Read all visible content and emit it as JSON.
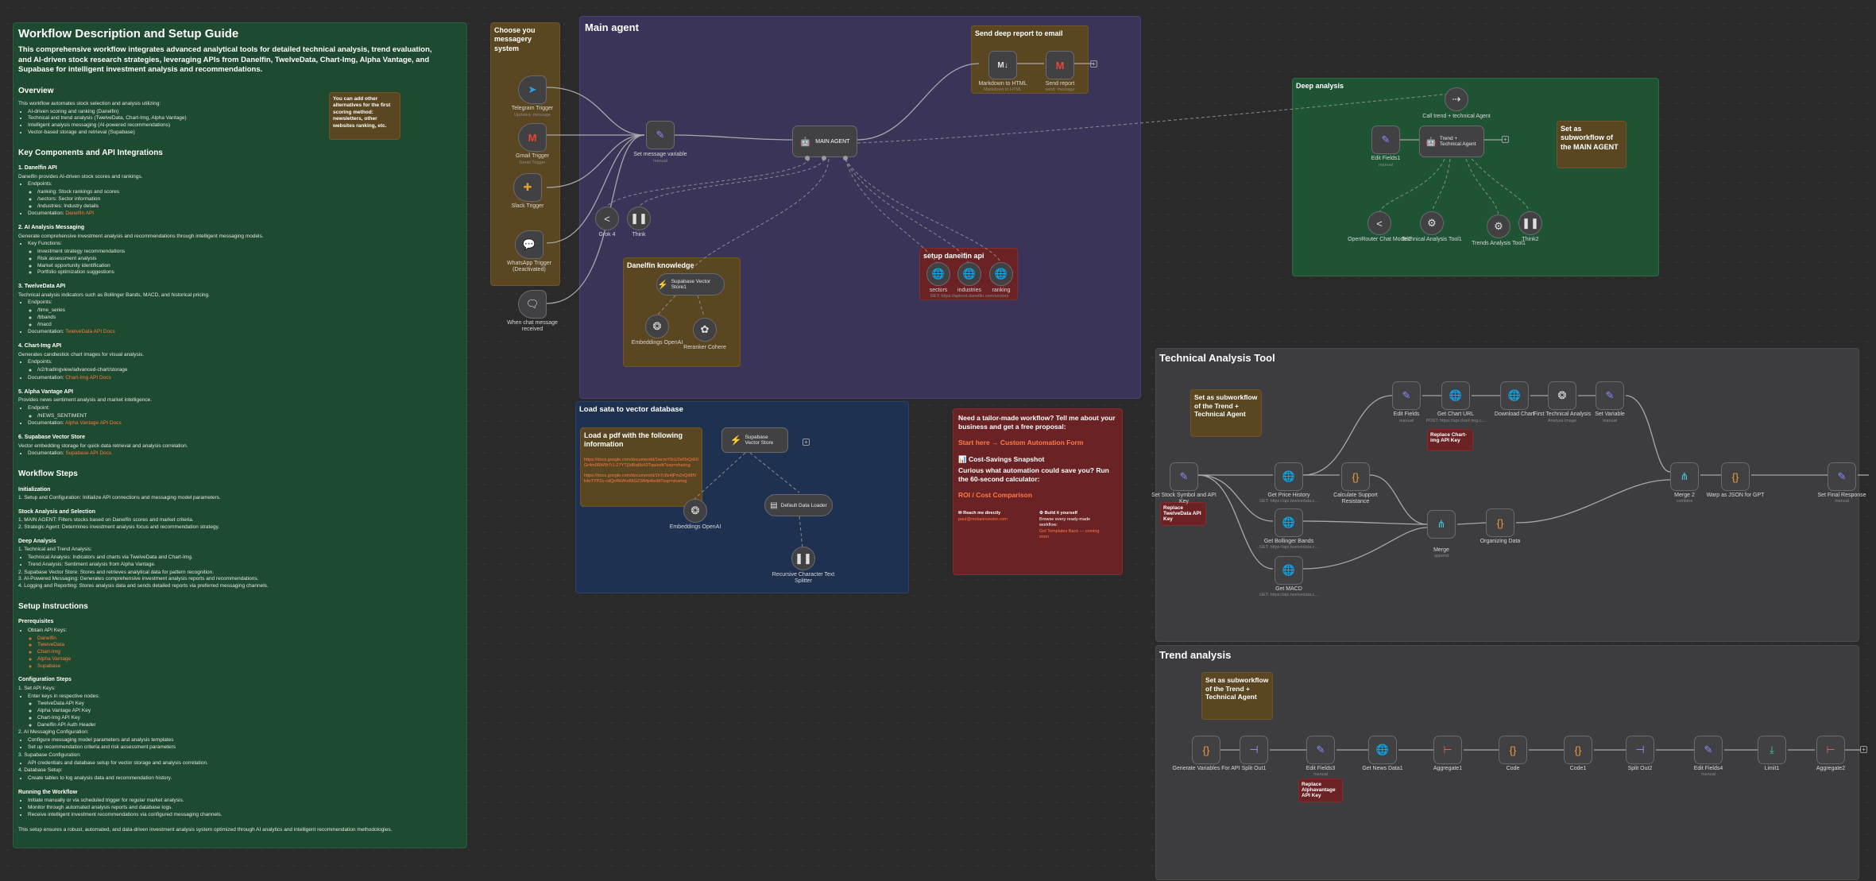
{
  "doc": {
    "title": "Workflow Description and Setup Guide",
    "lead": "This comprehensive workflow integrates advanced analytical tools for detailed technical analysis, trend evaluation, and AI-driven stock research strategies, leveraging APIs from Danelfin, TwelveData, Chart-Img, Alpha Vantage, and Supabase for intelligent investment analysis and recommendations.",
    "overview_h": "Overview",
    "overview_p": "This workflow automates stock selection and analysis utilizing:",
    "overview_items": [
      "AI-driven scoring and ranking (Danelfin)",
      "Technical and trend analysis (TwelveData, Chart-Img, Alpha Vantage)",
      "Intelligent analysis messaging (AI-powered recommendations)",
      "Vector-based storage and retrieval (Supabase)"
    ],
    "components_h": "Key Components and API Integrations",
    "c1_h": "1. Danelfin API",
    "c1_p": "Danelfin provides AI-driven stock scores and rankings.",
    "c1_ep": "Endpoints:",
    "c1_items": [
      "/ranking: Stock rankings and scores",
      "/sectors: Sector information",
      "/industries: Industry details"
    ],
    "c1_doc": "Documentation:",
    "c1_link": "Danelfin API",
    "c2_h": "2. AI Analysis Messaging",
    "c2_p": "Generate comprehensive investment analysis and recommendations through intelligent messaging models.",
    "c2_kf": "Key Functions:",
    "c2_items": [
      "Investment strategy recommendations",
      "Risk assessment analysis",
      "Market opportunity identification",
      "Portfolio optimization suggestions"
    ],
    "c3_h": "3. TwelveData API",
    "c3_p": "Technical analysis indicators such as Bollinger Bands, MACD, and historical pricing.",
    "c3_ep": "Endpoints:",
    "c3_items": [
      "/time_series",
      "/bbands",
      "/macd"
    ],
    "c3_doc": "Documentation:",
    "c3_link": "TwelveData API Docs",
    "c4_h": "4. Chart-Img API",
    "c4_p": "Generates candlestick chart images for visual analysis.",
    "c4_ep": "Endpoints:",
    "c4_items": [
      "/v2/tradingview/advanced-chart/storage"
    ],
    "c4_doc": "Documentation:",
    "c4_link": "Chart-Img API Docs",
    "c5_h": "5. Alpha Vantage API",
    "c5_p": "Provides news sentiment analysis and market intelligence.",
    "c5_ep": "Endpoint:",
    "c5_items": [
      "/NEWS_SENTIMENT"
    ],
    "c5_doc": "Documentation:",
    "c5_link": "Alpha Vantage API Docs",
    "c6_h": "6. Supabase Vector Store",
    "c6_p": "Vector embedding storage for quick data retrieval and analysis correlation.",
    "c6_doc": "Documentation:",
    "c6_link": "Supabase API Docs",
    "steps_h": "Workflow Steps",
    "s_init_h": "Initialization",
    "s_init_items": [
      "1. Setup and Configuration: Initialize API connections and messaging model parameters."
    ],
    "s_sel_h": "Stock Analysis and Selection",
    "s_sel_items": [
      "1. MAIN AGENT: Filters stocks based on Danelfin scores and market criteria.",
      "2. Strategic Agent: Determines investment analysis focus and recommendation strategy."
    ],
    "s_deep_h": "Deep Analysis",
    "s_deep_items": [
      "1. Technical and Trend Analysis:",
      "Technical Analysis: Indicators and charts via TwelveData and Chart-Img.",
      "Trend Analysis: Sentiment analysis from Alpha Vantage.",
      "2. Supabase Vector Store: Stores and retrieves analytical data for pattern recognition.",
      "3. AI-Powered Messaging: Generates comprehensive investment analysis reports and recommendations.",
      "4. Logging and Reporting: Stores analysis data and sends detailed reports via preferred messaging channels."
    ],
    "setup_h": "Setup Instructions",
    "pre_h": "Prerequisites",
    "pre_lead": "Obtain API Keys:",
    "pre_items": [
      "Danelfin",
      "TwelveData",
      "Chart-Img",
      "Alpha Vantage",
      "Supabase"
    ],
    "cfg_h": "Configuration Steps",
    "cfg_1": "1. Set API Keys:",
    "cfg_1_lead": "Enter keys in respective nodes:",
    "cfg_1_items": [
      "TwelveData API Key",
      "Alpha Vantage API Key",
      "Chart-Img API Key",
      "Danelfin API Auth Header"
    ],
    "cfg_2": "2. AI Messaging Configuration:",
    "cfg_2_items": [
      "Configure messaging model parameters and analysis templates",
      "Set up recommendation criteria and risk assessment parameters"
    ],
    "cfg_3": "3. Supabase Configuration:",
    "cfg_3_items": [
      "API credentials and database setup for vector storage and analysis correlation."
    ],
    "cfg_4": "4. Database Setup:",
    "cfg_4_items": [
      "Create tables to log analysis data and recommendation history."
    ],
    "run_h": "Running the Workflow",
    "run_items": [
      "Initiate manually or via scheduled trigger for regular market analysis.",
      "Monitor through automated analysis reports and database logs.",
      "Receive intelligent investment recommendations via configured messaging channels."
    ],
    "footer": "This setup ensures a robust, automated, and data-driven investment analysis system optimized through AI analytics and intelligent recommendation methodologies."
  },
  "notes": {
    "alternatives": "You can add other alternatives for the first scoring method: newsletters, other websites ranking, etc.",
    "choose_messaging": "Choose you messagery system",
    "main_agent": "Main agent",
    "send_deep": "Send deep report to email",
    "danelfin_knowledge": "Danelfin knowledge",
    "setup_danelfin": "setup danelfin api",
    "deep_analysis": "Deep analysis",
    "set_sub_main": "Set as subworkflow of the MAIN AGENT",
    "load_vector": "Load sata to vector database",
    "load_pdf": "Load a pdf with the following information",
    "pdf_link1": "https://docs.google.com/document/d/1wcmY9cU2ef3xQrE0Gr4m0RW8r7r1-27YTj3dBq6bX0Tqa/edit?usp=sharing",
    "pdf_link2": "https://docs.google.com/document/d/1h7c8z4jPm2xQd8fVk4vTYPZc-cdQnRkWvd9tGZSfkfp4/edit?usp=sharing",
    "tailor_h": "Need a tailor-made workflow? Tell me about your business and get a free proposal:",
    "tailor_link": "Start here → Custom Automation Form",
    "savings_h": "📊 Cost-Savings Snapshot",
    "savings_q": "Curious what automation could save you? Run the 60-second calculator:",
    "roi_link": "ROI / Cost Comparison",
    "reach_h": "✉ Reach me directly",
    "reach_email": "paul@molaeinvestor.com",
    "build_h": "⚙ Build it yourself",
    "build_p": "Browse every ready-made workflow:",
    "build_link": "Get Templates Back — coming soon",
    "tech_tool": "Technical Analysis Tool",
    "set_sub_trend_tech": "Set as subworkflow of the Trend + Technical Agent",
    "replace_twelve": "Replace TwelveData API Key",
    "replace_chart": "Replace Chart-img API Key",
    "trend_analysis": "Trend analysis",
    "replace_alpha": "Replace Alphavantage API Key"
  },
  "nodes": {
    "telegram": {
      "label": "Telegram Trigger",
      "sub": "Updates: message"
    },
    "gmail": {
      "label": "Gmail Trigger",
      "sub": "Gmail Trigger"
    },
    "slack": {
      "label": "Slack Trigger",
      "sub": ""
    },
    "whatsapp": {
      "label": "WhatsApp Trigger (Deactivated)",
      "sub": ""
    },
    "chat": {
      "label": "When chat message received",
      "sub": ""
    },
    "setmsg": {
      "label": "Set message variable",
      "sub": "manual"
    },
    "mainagent": {
      "label": "MAIN AGENT",
      "sub": ""
    },
    "grok": {
      "label": "Grok 4",
      "sub": ""
    },
    "think": {
      "label": "Think",
      "sub": ""
    },
    "md": {
      "label": "Markdown to HTML",
      "sub": "Markdown to HTML"
    },
    "sendreport": {
      "label": "Send report",
      "sub": "send: message"
    },
    "supa1": {
      "label": "Supabase Vector Store1",
      "sub": ""
    },
    "emb1": {
      "label": "Embeddings OpenAI",
      "sub": ""
    },
    "rerank": {
      "label": "Reranker Cohere",
      "sub": ""
    },
    "sectors": {
      "label": "sectors",
      "sub": ""
    },
    "industries": {
      "label": "industries",
      "sub": ""
    },
    "ranking": {
      "label": "ranking",
      "sub": ""
    },
    "danelfin_url": {
      "label": "GET: https://apirest.danelfin.com/sectors",
      "sub": ""
    },
    "calltrend": {
      "label": "Call trend + technical Agent",
      "sub": ""
    },
    "editfields1": {
      "label": "Edit Fields1",
      "sub": "manual"
    },
    "trendagent": {
      "label": "Trend + Technical Agent",
      "sub": ""
    },
    "openrouter": {
      "label": "OpenRouter Chat Model2",
      "sub": ""
    },
    "tatool": {
      "label": "Technical Analysis Tool1",
      "sub": ""
    },
    "trendtool": {
      "label": "Trends Analysis Tool1",
      "sub": ""
    },
    "think2": {
      "label": "Think2",
      "sub": ""
    },
    "supa2": {
      "label": "Supabase Vector Store",
      "sub": ""
    },
    "emb2": {
      "label": "Embeddings OpenAI",
      "sub": ""
    },
    "loader": {
      "label": "Default Data Loader",
      "sub": ""
    },
    "splitter": {
      "label": "Recursive Character Text Splitter",
      "sub": ""
    },
    "setstock": {
      "label": "Set Stock Symbol and API Key",
      "sub": ""
    },
    "pricehist": {
      "label": "Get Price History",
      "sub": "GET: https://api.twelvedata.c..."
    },
    "calcsupport": {
      "label": "Calculate Support Resistance",
      "sub": ""
    },
    "bbands": {
      "label": "Get Bollinger Bands",
      "sub": "GET: https://api.twelvedata.c..."
    },
    "macd": {
      "label": "Get MACD",
      "sub": "GET: https://api.twelvedata.c..."
    },
    "editfields": {
      "label": "Edit Fields",
      "sub": "manual"
    },
    "charturl": {
      "label": "Get Chart URL",
      "sub": "POST: https://api.chart-img.c..."
    },
    "downloadchart": {
      "label": "Download Chart",
      "sub": ""
    },
    "firstta": {
      "label": "First Technical Analysis",
      "sub": "Analyze image"
    },
    "setvariable": {
      "label": "Set Variable",
      "sub": "manual"
    },
    "merge": {
      "label": "Merge",
      "sub": "append"
    },
    "organizing": {
      "label": "Organizing Data",
      "sub": ""
    },
    "merge2": {
      "label": "Merge 2",
      "sub": "combine"
    },
    "warpjson": {
      "label": "Warp as JSON for GPT",
      "sub": ""
    },
    "setfinal": {
      "label": "Set Final Response",
      "sub": "manual"
    },
    "genvars": {
      "label": "Generate Variables For API",
      "sub": ""
    },
    "splitout1": {
      "label": "Split Out1",
      "sub": ""
    },
    "editfields3": {
      "label": "Edit Fields3",
      "sub": "manual"
    },
    "newsdata": {
      "label": "Get News Data1",
      "sub": ""
    },
    "aggregate1": {
      "label": "Aggregate1",
      "sub": ""
    },
    "code": {
      "label": "Code",
      "sub": ""
    },
    "code1": {
      "label": "Code1",
      "sub": ""
    },
    "splitout2": {
      "label": "Split Out2",
      "sub": ""
    },
    "editfields4": {
      "label": "Edit Fields4",
      "sub": "manual"
    },
    "limit1": {
      "label": "Limit1",
      "sub": ""
    },
    "aggregate2": {
      "label": "Aggregate2",
      "sub": ""
    }
  },
  "colors": {
    "link": "#ff7a45",
    "green_panel": "#1e4a2f",
    "purple_panel": "#3a3458",
    "navy_panel": "#1e3150",
    "note_brown": "#5a4620",
    "note_red": "#6a2224"
  }
}
